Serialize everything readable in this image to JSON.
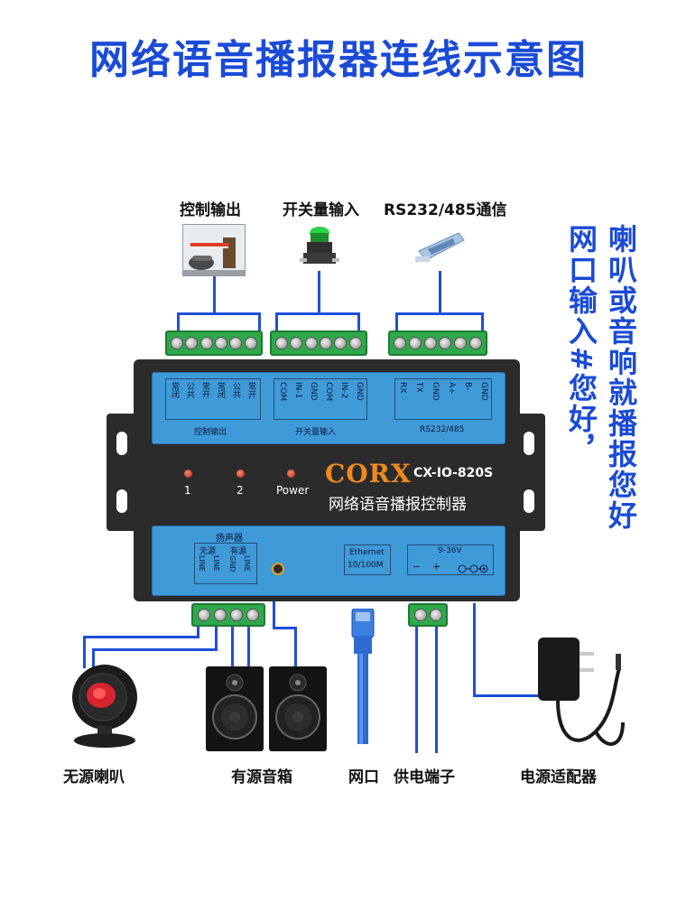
{
  "title": "网络语音播报器连线示意图",
  "top_labels": {
    "control_output": "控制输出",
    "switch_input": "开关量输入",
    "comm": "RS232/485通信"
  },
  "side_text": {
    "col1": "喇叭或音响就播报您好",
    "col2": "网口输入#您好，"
  },
  "device": {
    "brand": "CORX",
    "model": "CX-IO-820S",
    "name": "网络语音播报控制器",
    "led_labels": [
      "1",
      "2",
      "Power"
    ],
    "control_pins": [
      "常闭",
      "公共",
      "常开",
      "常闭",
      "公共",
      "常开"
    ],
    "control_group_label": "控制输出",
    "switch_pins": [
      "COM",
      "IN-1",
      "GND",
      "COM",
      "IN-2",
      "GND"
    ],
    "switch_group_label": "开关量输入",
    "comm_pins": [
      "RX",
      "TX",
      "GND",
      "A+",
      "B-",
      "GND"
    ],
    "comm_group_label": "RS232/485",
    "speaker_title": "扬声器",
    "speaker_sub": [
      "无源",
      "有源"
    ],
    "speaker_pins": [
      "LINE",
      "LINE",
      "GND",
      "LINE"
    ],
    "ethernet_label": "Ethernet",
    "ethernet_speed": "10/100M",
    "power_label": "9-36V",
    "power_minus": "−",
    "power_plus": "+"
  },
  "bottom_labels": {
    "passive_speaker": "无源喇叭",
    "active_speaker": "有源音箱",
    "network_port": "网口",
    "power_terminal": "供电端子",
    "power_adapter": "电源适配器"
  },
  "colors": {
    "title_blue": "#1a4bd6",
    "wire_blue": "#1f4fd8",
    "panel_blue": "#3f9ad8",
    "terminal_green": "#2fa84a",
    "device_dark": "#2b2b2b"
  },
  "icons": [
    "barrier-gate-icon",
    "push-button-icon",
    "db9-connector-icon",
    "siren-speaker-icon",
    "studio-monitor-icon",
    "ethernet-cable-icon",
    "power-adapter-icon"
  ]
}
